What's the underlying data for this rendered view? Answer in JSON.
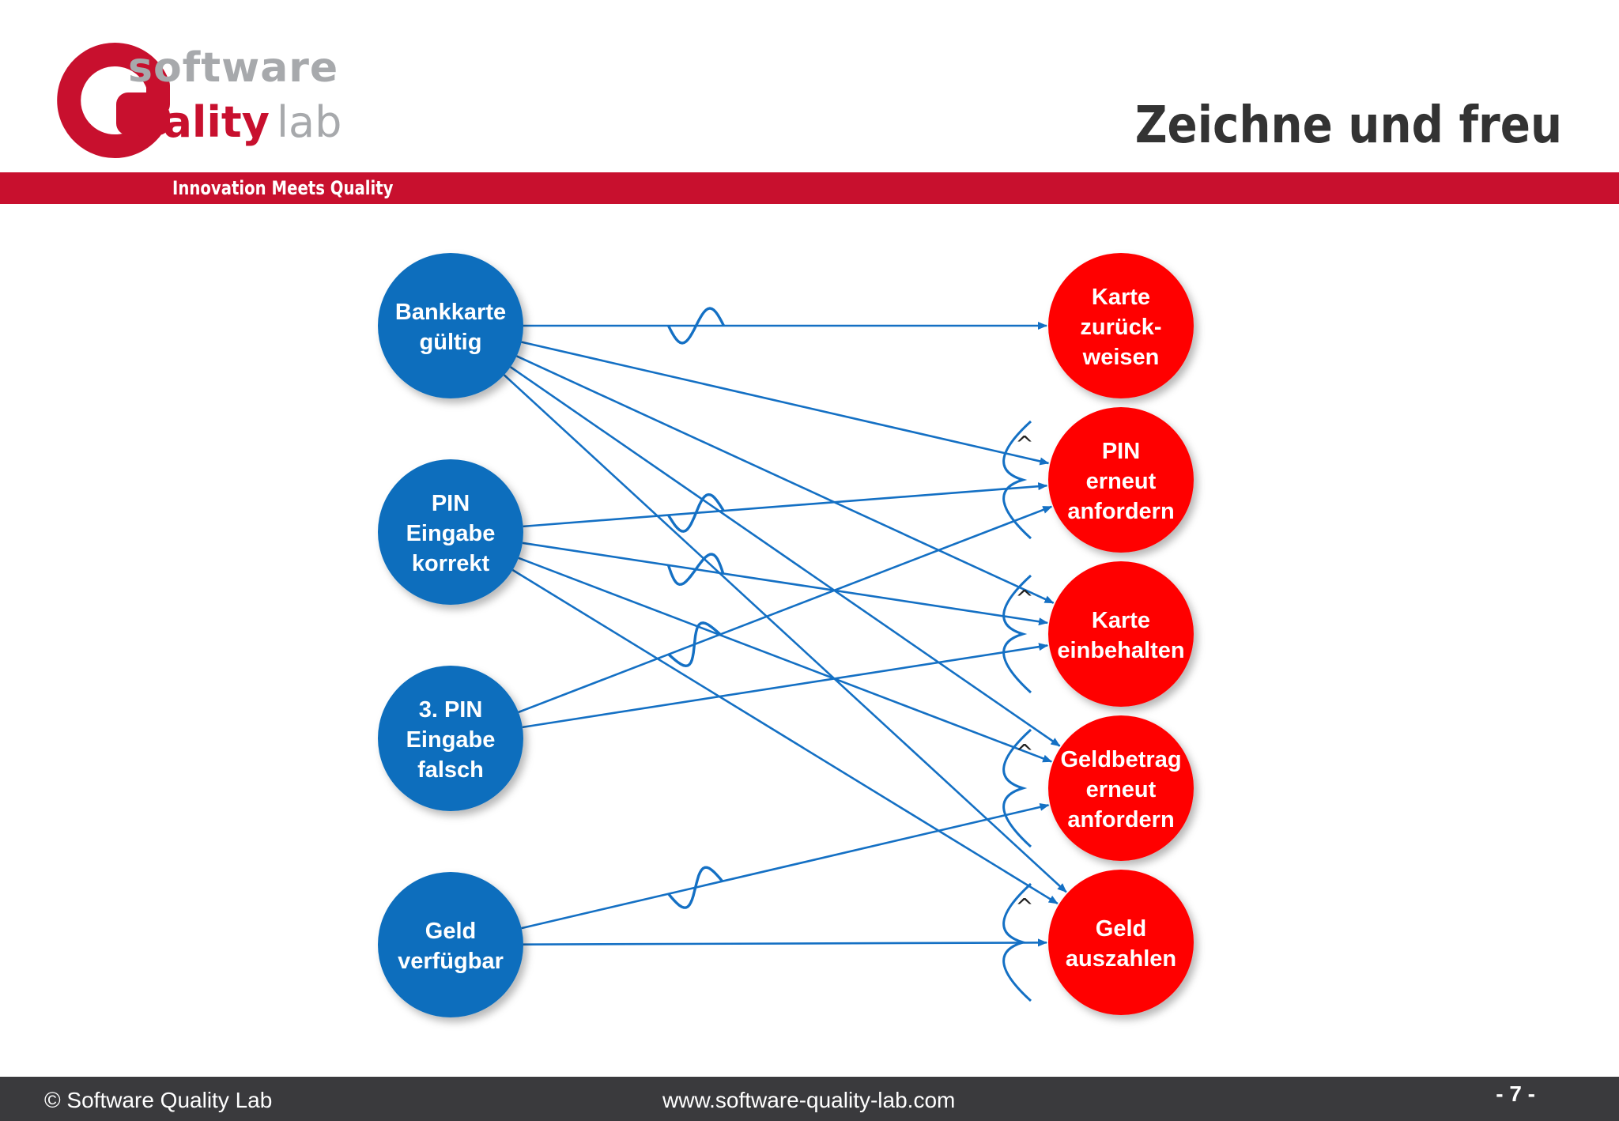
{
  "header": {
    "logo": {
      "line1": "software",
      "line2a": "uality",
      "line2b": "lab"
    },
    "title": "Zeichne und freu",
    "tagline": "Innovation Meets Quality"
  },
  "colors": {
    "brand_red": "#c8102e",
    "cause_blue": "#0a6ebd",
    "effect_red": "#ff0000",
    "edge_blue": "#1470c4",
    "footer_bg": "#3a3a3d"
  },
  "diagram": {
    "causes": [
      {
        "id": "c1",
        "label": [
          "Bankkarte",
          "gültig"
        ]
      },
      {
        "id": "c2",
        "label": [
          "PIN",
          "Eingabe",
          "korrekt"
        ]
      },
      {
        "id": "c3",
        "label": [
          "3. PIN",
          "Eingabe",
          "falsch"
        ]
      },
      {
        "id": "c4",
        "label": [
          "Geld",
          "verfügbar"
        ]
      }
    ],
    "effects": [
      {
        "id": "e1",
        "label": [
          "Karte",
          "zurück-",
          "weisen"
        ]
      },
      {
        "id": "e2",
        "label": [
          "PIN",
          "erneut",
          "anfordern"
        ]
      },
      {
        "id": "e3",
        "label": [
          "Karte",
          "einbehalten"
        ]
      },
      {
        "id": "e4",
        "label": [
          "Geldbetrag",
          "erneut",
          "anfordern"
        ]
      },
      {
        "id": "e5",
        "label": [
          "Geld",
          "auszahlen"
        ]
      }
    ],
    "edges": [
      {
        "from": "c1",
        "to": "e1",
        "negated": true
      },
      {
        "from": "c1",
        "to": "e2",
        "negated": false
      },
      {
        "from": "c1",
        "to": "e3",
        "negated": false
      },
      {
        "from": "c1",
        "to": "e4",
        "negated": false
      },
      {
        "from": "c1",
        "to": "e5",
        "negated": false
      },
      {
        "from": "c2",
        "to": "e2",
        "negated": true
      },
      {
        "from": "c2",
        "to": "e3",
        "negated": true
      },
      {
        "from": "c2",
        "to": "e4",
        "negated": false
      },
      {
        "from": "c2",
        "to": "e5",
        "negated": false
      },
      {
        "from": "c3",
        "to": "e2",
        "negated": true
      },
      {
        "from": "c3",
        "to": "e3",
        "negated": false
      },
      {
        "from": "c4",
        "to": "e4",
        "negated": true
      },
      {
        "from": "c4",
        "to": "e5",
        "negated": false
      }
    ],
    "and_symbol": "^",
    "and_groups": [
      "e2",
      "e3",
      "e4",
      "e5"
    ]
  },
  "footer": {
    "copyright": "© Software Quality Lab",
    "url": "www.software-quality-lab.com",
    "page": "- 7 -"
  }
}
